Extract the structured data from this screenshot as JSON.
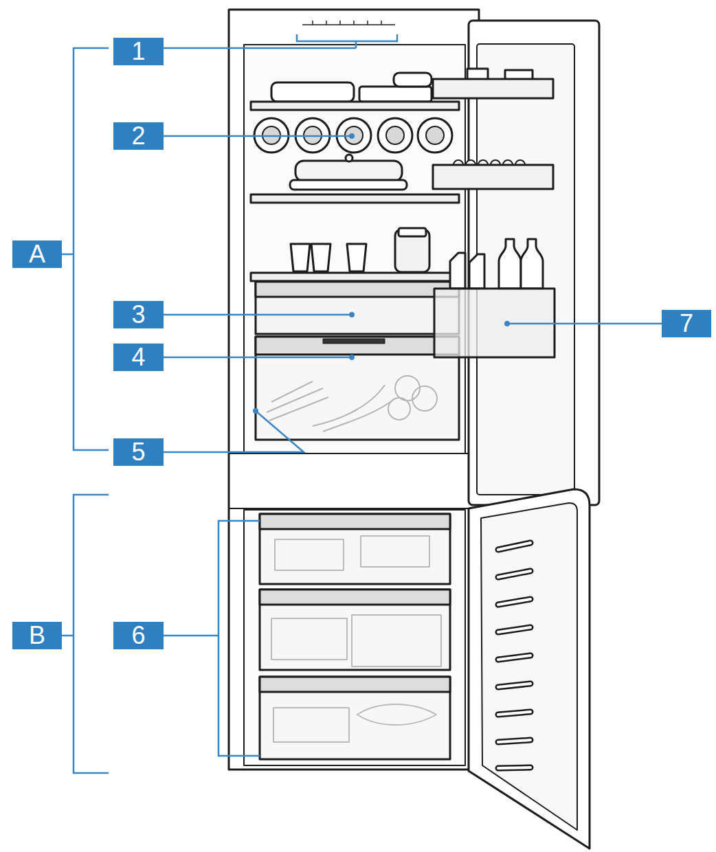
{
  "diagram": {
    "labels": [
      "1",
      "2",
      "A",
      "3",
      "7",
      "4",
      "5",
      "B",
      "6"
    ]
  }
}
